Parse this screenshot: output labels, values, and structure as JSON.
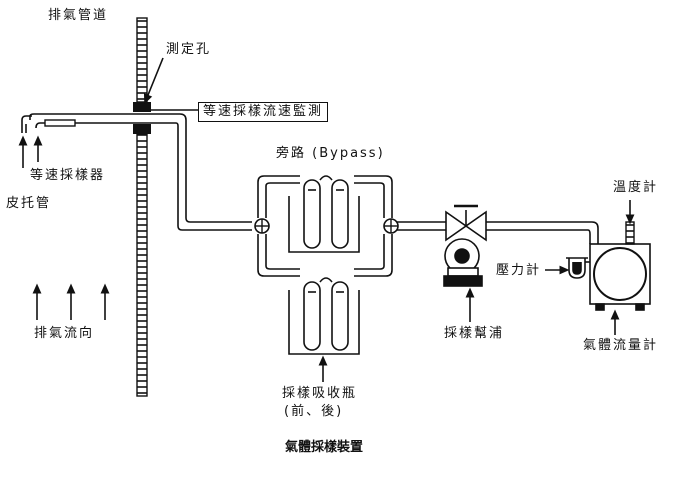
{
  "diagram": {
    "caption": "氣體採樣裝置",
    "labels": {
      "exhaust_duct": "排氣管道",
      "measuring_hole": "測定孔",
      "isokinetic_monitor": "等速採樣流速監測",
      "isokinetic_sampler": "等速採樣器",
      "pitot_tube": "皮托管",
      "exhaust_flow_direction": "排氣流向",
      "bypass": "旁路 (Bypass)",
      "absorption_bottles": "採樣吸收瓶",
      "absorption_bottles_sub": "(前、後)",
      "thermometer": "溫度計",
      "pressure_gauge": "壓力計",
      "sampling_pump": "採樣幫浦",
      "gas_flow_meter": "氣體流量計"
    }
  }
}
